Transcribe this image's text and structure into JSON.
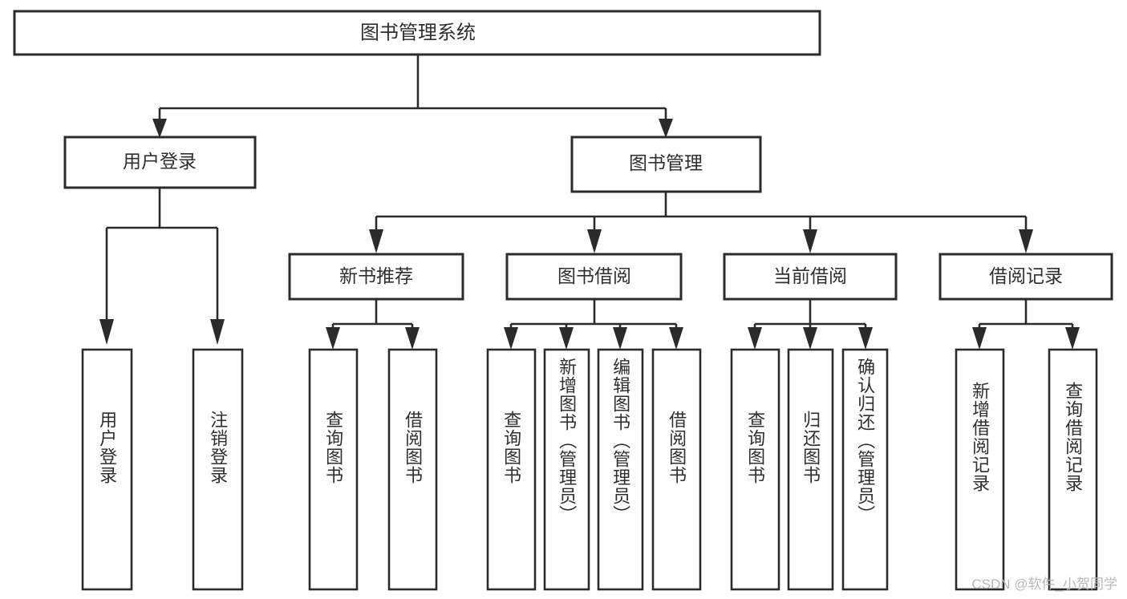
{
  "diagram": {
    "title_node": {
      "label": "图书管理系统"
    },
    "level2": [
      {
        "id": "user-login",
        "label": "用户登录"
      },
      {
        "id": "book-manage",
        "label": "图书管理"
      }
    ],
    "level3": [
      {
        "id": "new-book-recommend",
        "label": "新书推荐"
      },
      {
        "id": "book-borrow",
        "label": "图书借阅"
      },
      {
        "id": "current-borrow",
        "label": "当前借阅"
      },
      {
        "id": "borrow-record",
        "label": "借阅记录"
      }
    ],
    "leaves": {
      "user_login": [
        {
          "id": "leaf-user-login",
          "label": "用户登录"
        },
        {
          "id": "leaf-logout-login",
          "label": "注销登录"
        }
      ],
      "new_book_recommend": [
        {
          "id": "leaf-query-book-1",
          "label": "查询图书"
        },
        {
          "id": "leaf-borrow-book-1",
          "label": "借阅图书"
        }
      ],
      "book_borrow": [
        {
          "id": "leaf-query-book-2",
          "label": "查询图书"
        },
        {
          "id": "leaf-add-book",
          "label": "新增图书（管理员）"
        },
        {
          "id": "leaf-edit-book",
          "label": "编辑图书（管理员）"
        },
        {
          "id": "leaf-borrow-book-2",
          "label": "借阅图书"
        }
      ],
      "current_borrow": [
        {
          "id": "leaf-query-book-3",
          "label": "查询图书"
        },
        {
          "id": "leaf-return-book",
          "label": "归还图书"
        },
        {
          "id": "leaf-confirm-return",
          "label": "确认归还（管理员）"
        }
      ],
      "borrow_record": [
        {
          "id": "leaf-add-record",
          "label": "新增借阅记录"
        },
        {
          "id": "leaf-query-record",
          "label": "查询借阅记录"
        }
      ]
    },
    "watermark": "CSDN @软件_小贺同学",
    "colors": {
      "stroke": "#2b2b2b",
      "fill": "#ffffff",
      "text": "#2f2f2f",
      "watermark": "#b8b8b8"
    }
  }
}
